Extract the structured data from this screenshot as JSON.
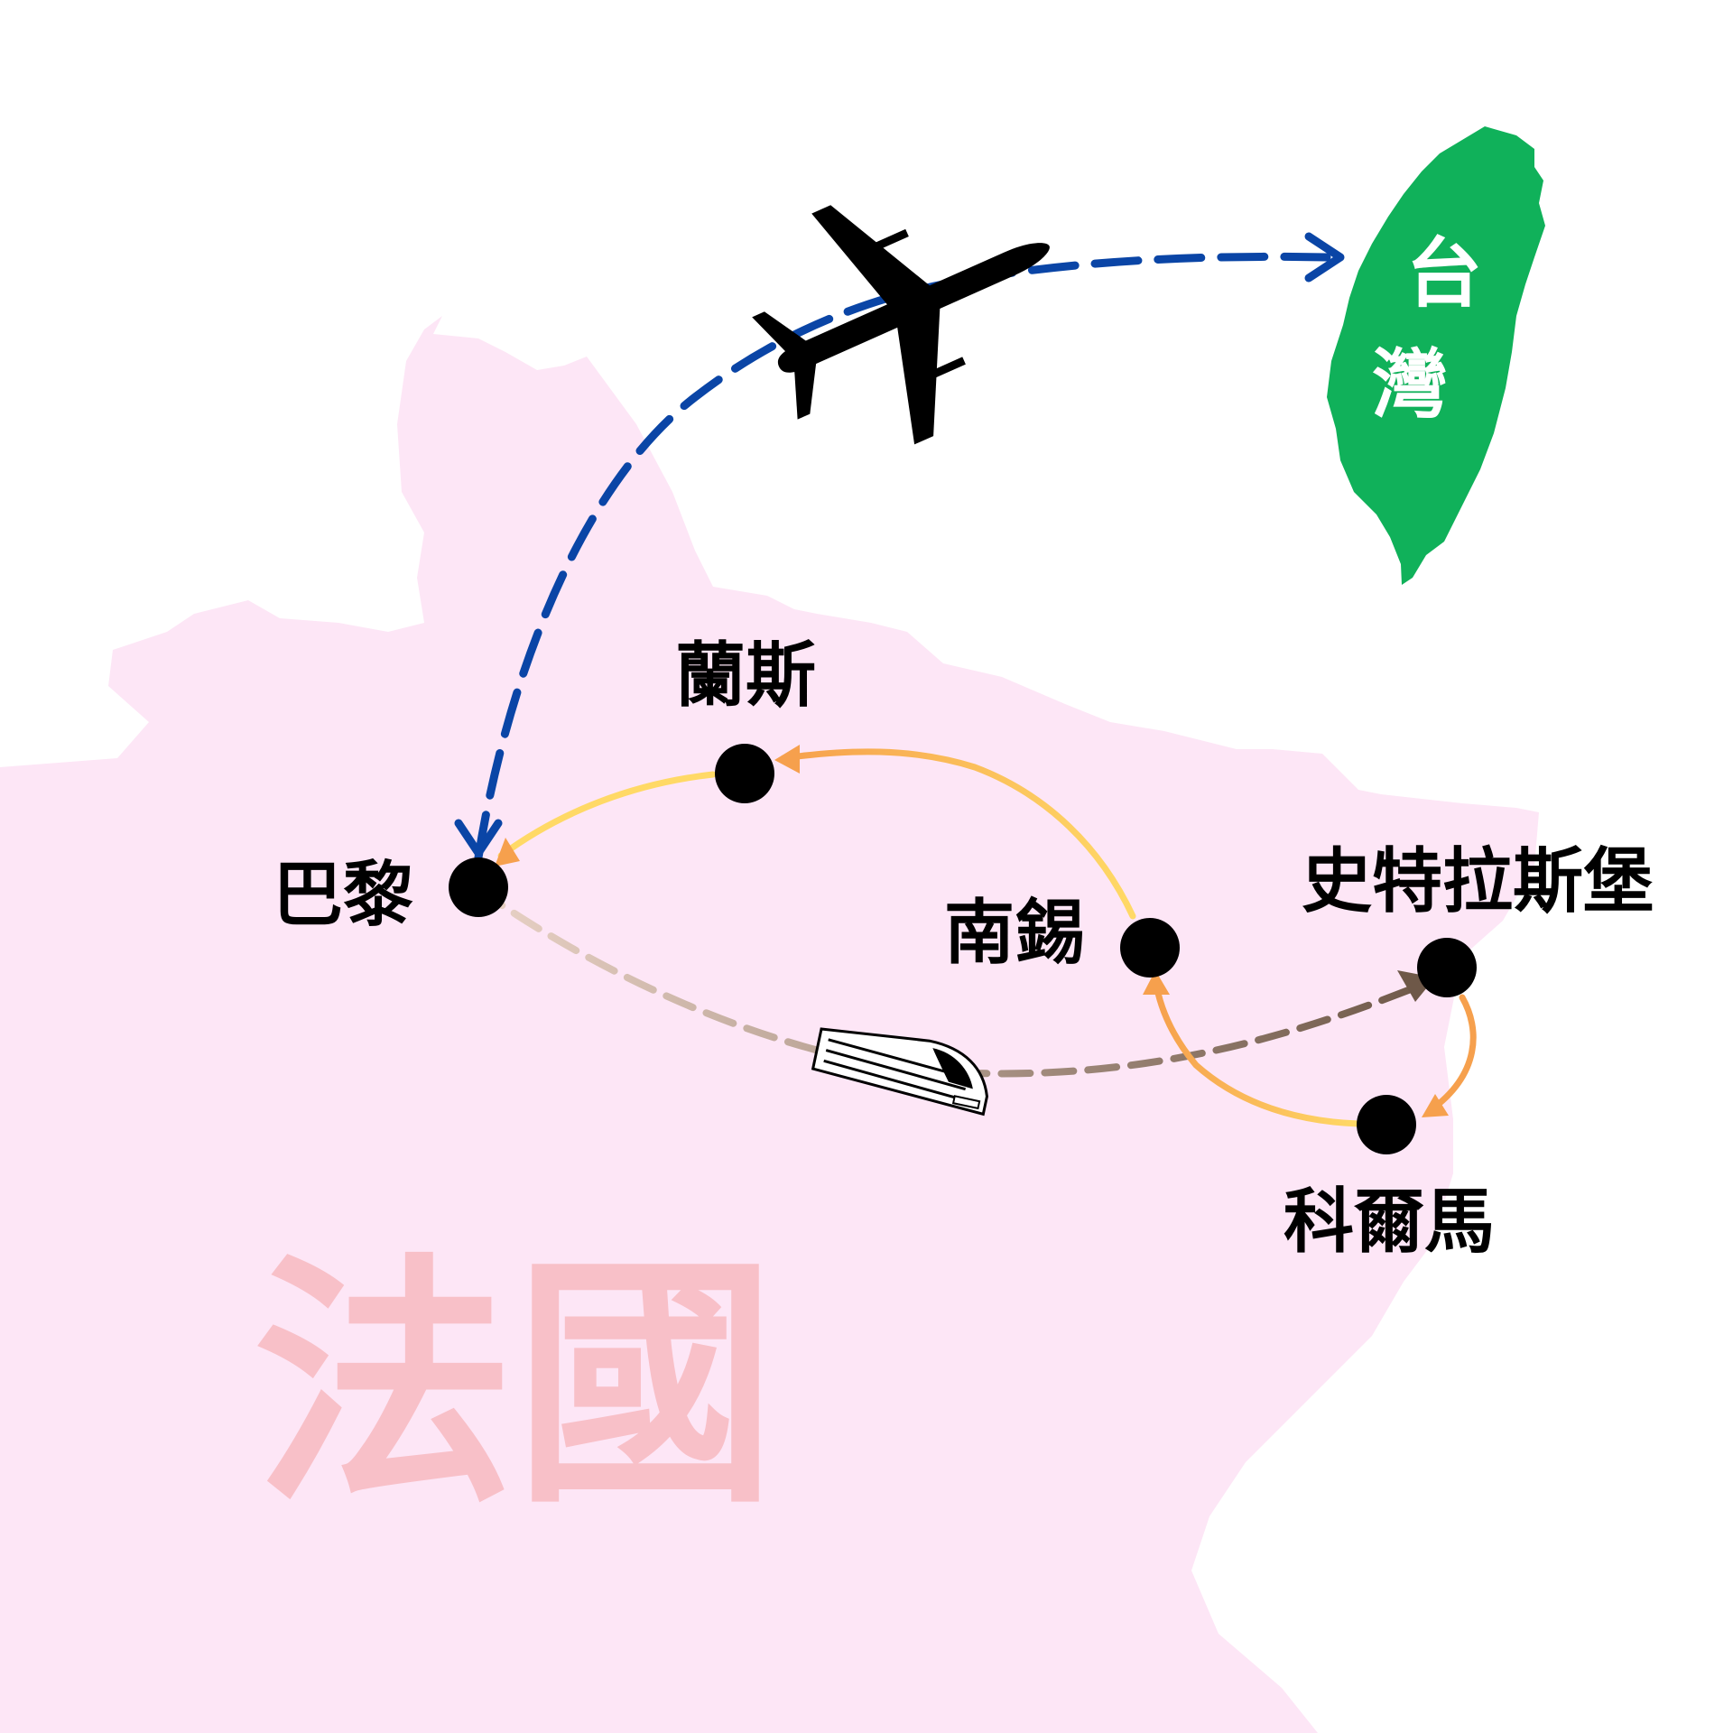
{
  "map": {
    "country_label": "法國",
    "destination_label_line1": "台",
    "destination_label_line2": "灣",
    "cities": {
      "paris": "巴黎",
      "reims": "蘭斯",
      "nancy": "南錫",
      "strasbourg": "史特拉斯堡",
      "colmar": "科爾馬"
    },
    "colors": {
      "france_land": "#fde6f6",
      "country_label": "#f8c0c8",
      "taiwan_land": "#10b15a",
      "taiwan_label": "#ffffff",
      "flight_route": "#0a45a6",
      "train_route_start": "#e9d2c6",
      "train_route_end": "#6e5848",
      "road_route_yellow": "#ffd966",
      "road_route_orange": "#f6a04d",
      "city_marker": "#000000"
    },
    "icons": [
      "airplane-icon",
      "train-icon"
    ]
  }
}
